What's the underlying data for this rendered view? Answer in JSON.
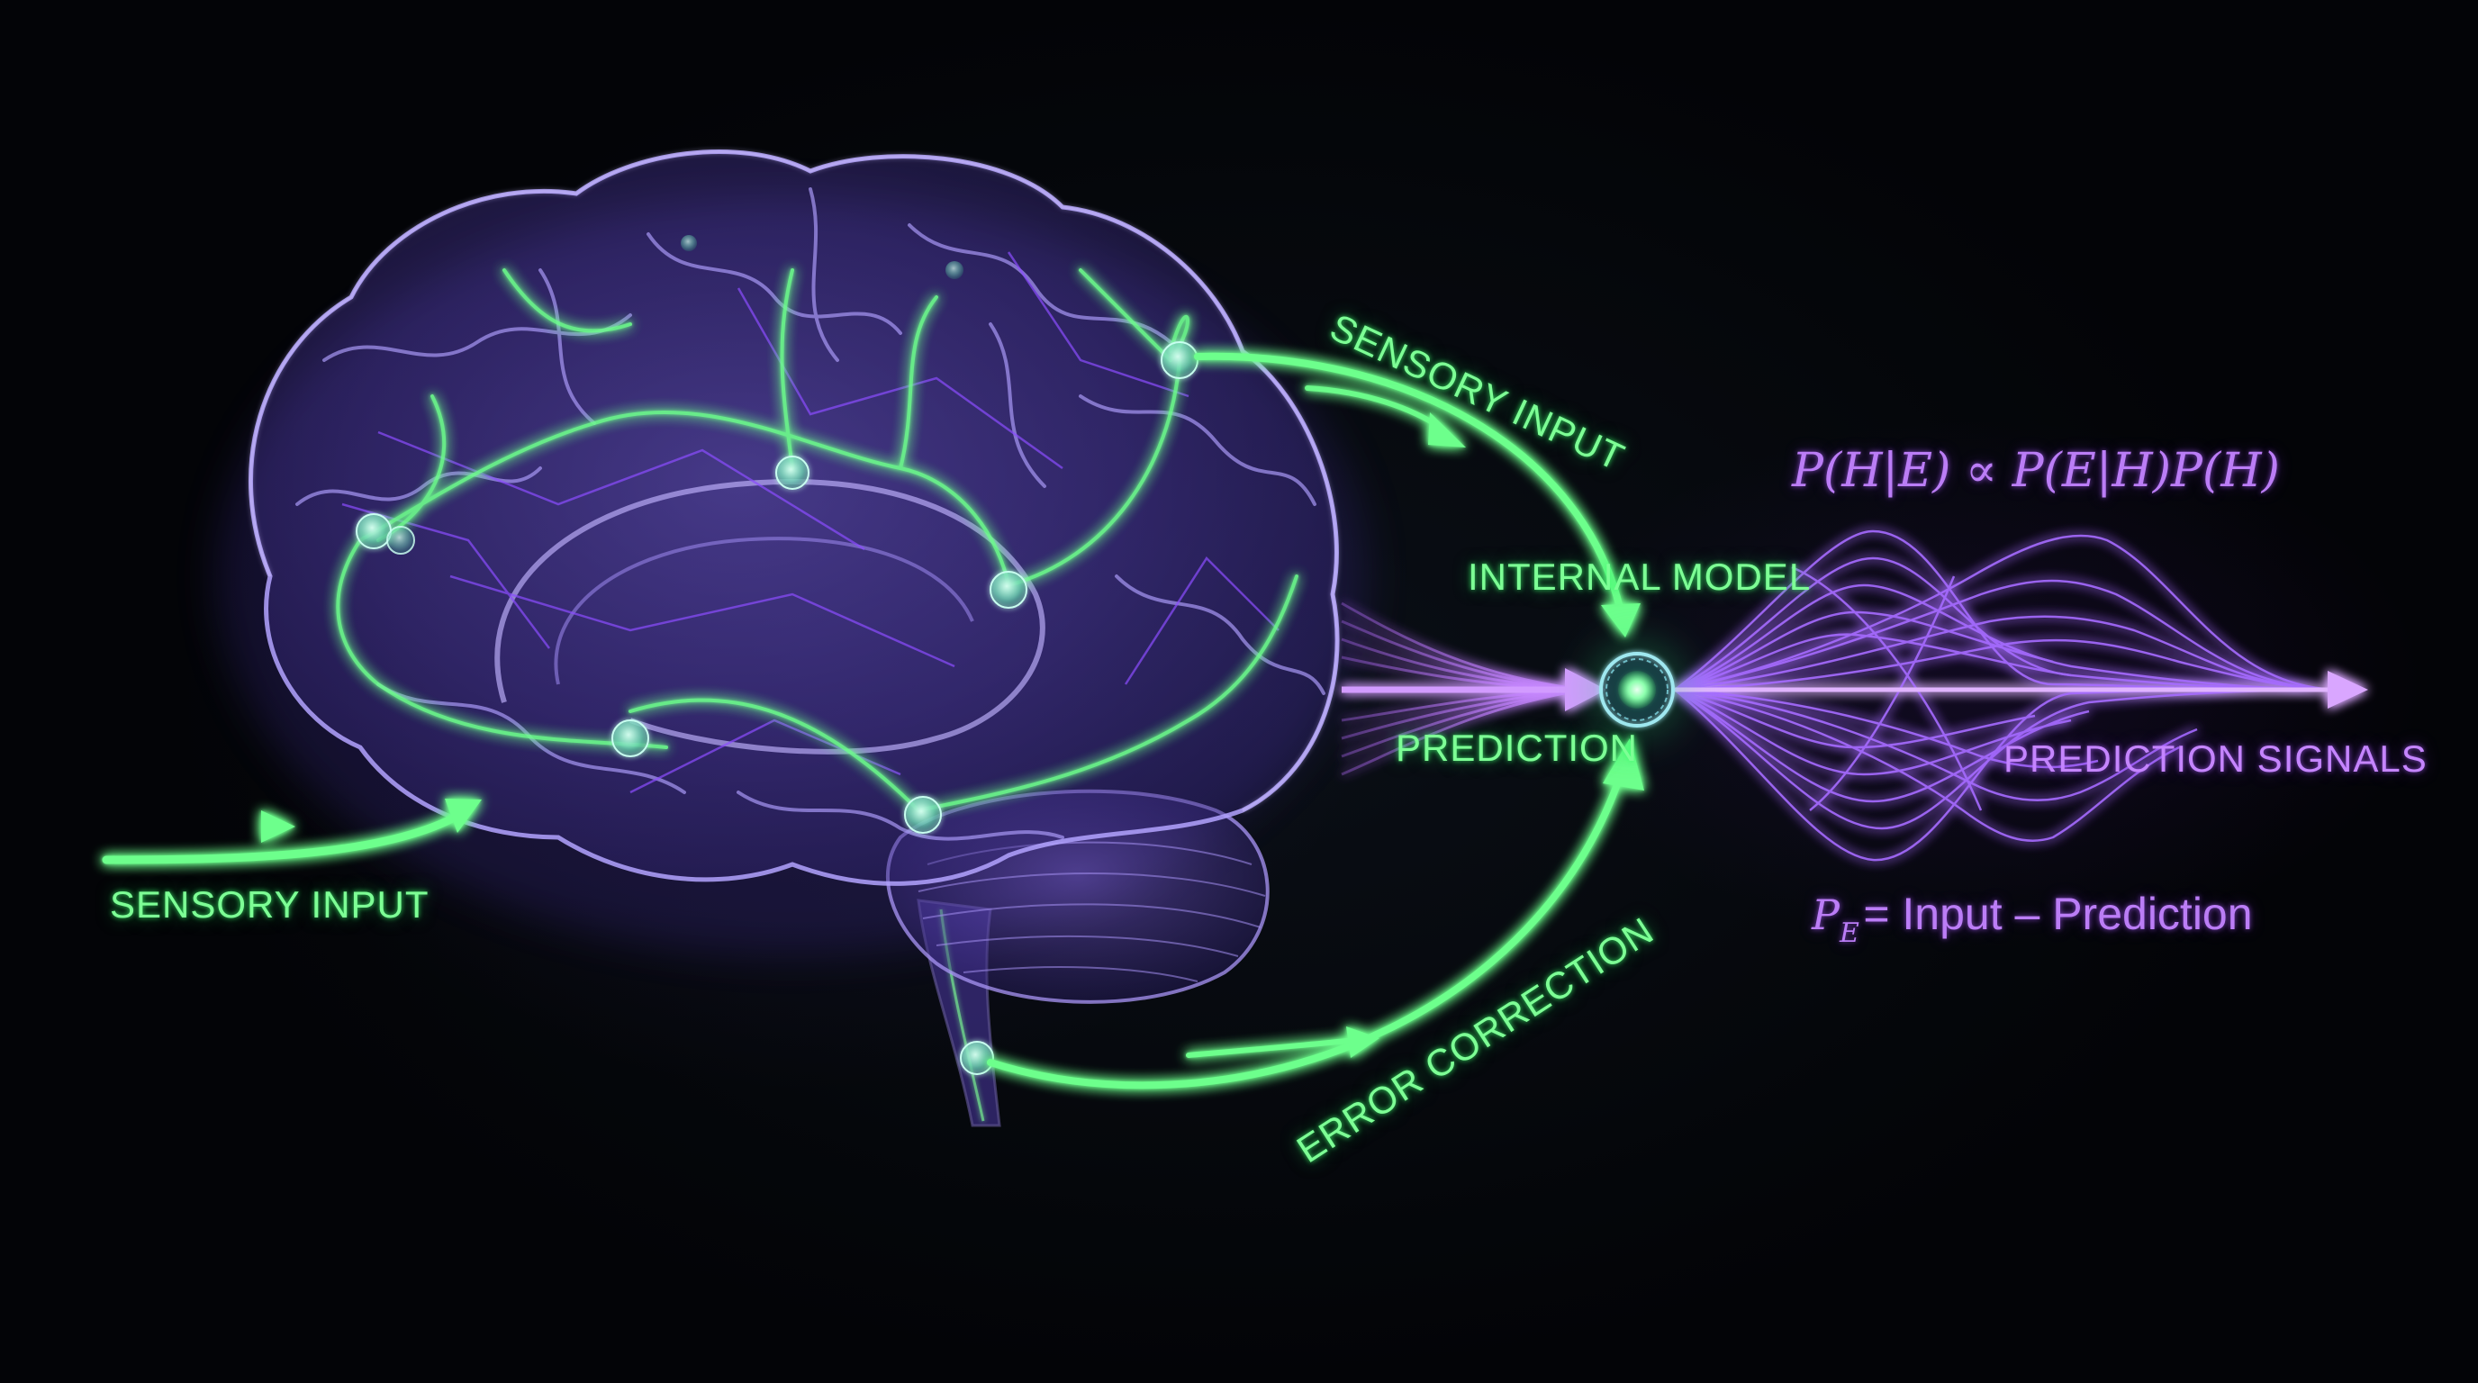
{
  "diagram": {
    "title": "Predictive processing: brain internal model",
    "theme": {
      "background": "#04060a",
      "green": "#6dff8c",
      "green_glow": "#2fe36a",
      "purple": "#b56cff",
      "purple_light": "#d29bff",
      "brain_fill": "#7a63d6",
      "node_core": "#b9ffd0"
    },
    "labels": {
      "sensory_input_left": "SENSORY INPUT",
      "sensory_input_top": "SENSORY INPUT",
      "internal_model": "INTERNAL MODEL",
      "prediction": "PREDICTION",
      "error_correction": "ERROR CORRECTION",
      "prediction_signals": "PREDICTION SIGNALS"
    },
    "formulas": {
      "bayes": "P(H|E) ∝ P(E|H)P(H)",
      "prediction_error_symbol": "P",
      "prediction_error_subscript": "E",
      "prediction_error_rhs": "= Input – Prediction"
    },
    "nodes": [
      {
        "id": "internal-model-node",
        "role": "central hub"
      },
      {
        "id": "brain-node-frontal"
      },
      {
        "id": "brain-node-top"
      },
      {
        "id": "brain-node-parietal"
      },
      {
        "id": "brain-node-temporal"
      },
      {
        "id": "brain-node-occipital"
      },
      {
        "id": "brain-node-brainstem"
      }
    ],
    "flows": [
      {
        "from": "external",
        "to": "brain",
        "label": "SENSORY INPUT",
        "color": "green"
      },
      {
        "from": "brain",
        "to": "internal-model-node",
        "label": "SENSORY INPUT",
        "color": "green"
      },
      {
        "from": "brain",
        "to": "internal-model-node",
        "label": "PREDICTION",
        "color": "purple"
      },
      {
        "from": "brainstem",
        "to": "internal-model-node",
        "label": "ERROR CORRECTION",
        "color": "green"
      },
      {
        "from": "internal-model-node",
        "to": "output",
        "label": "PREDICTION SIGNALS",
        "color": "purple"
      }
    ]
  }
}
